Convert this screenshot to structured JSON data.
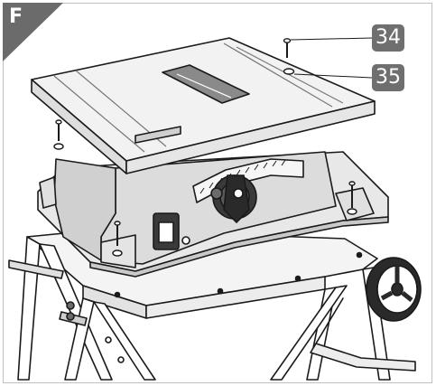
{
  "figure": {
    "section_label": "F",
    "callouts": [
      "34",
      "35"
    ],
    "colors": {
      "label_background": "#6b6b6b",
      "callout_background": "#6f6f6f",
      "line": "#1a1a1a",
      "saw_body": "#e8e8e8",
      "table_top": "#f2f2f2",
      "shadow": "#c9c9c9"
    },
    "components": [
      "table-saw",
      "mounting-bolt",
      "washer",
      "folding-stand",
      "wheel",
      "power-switch",
      "bevel-adjust-handle"
    ]
  }
}
